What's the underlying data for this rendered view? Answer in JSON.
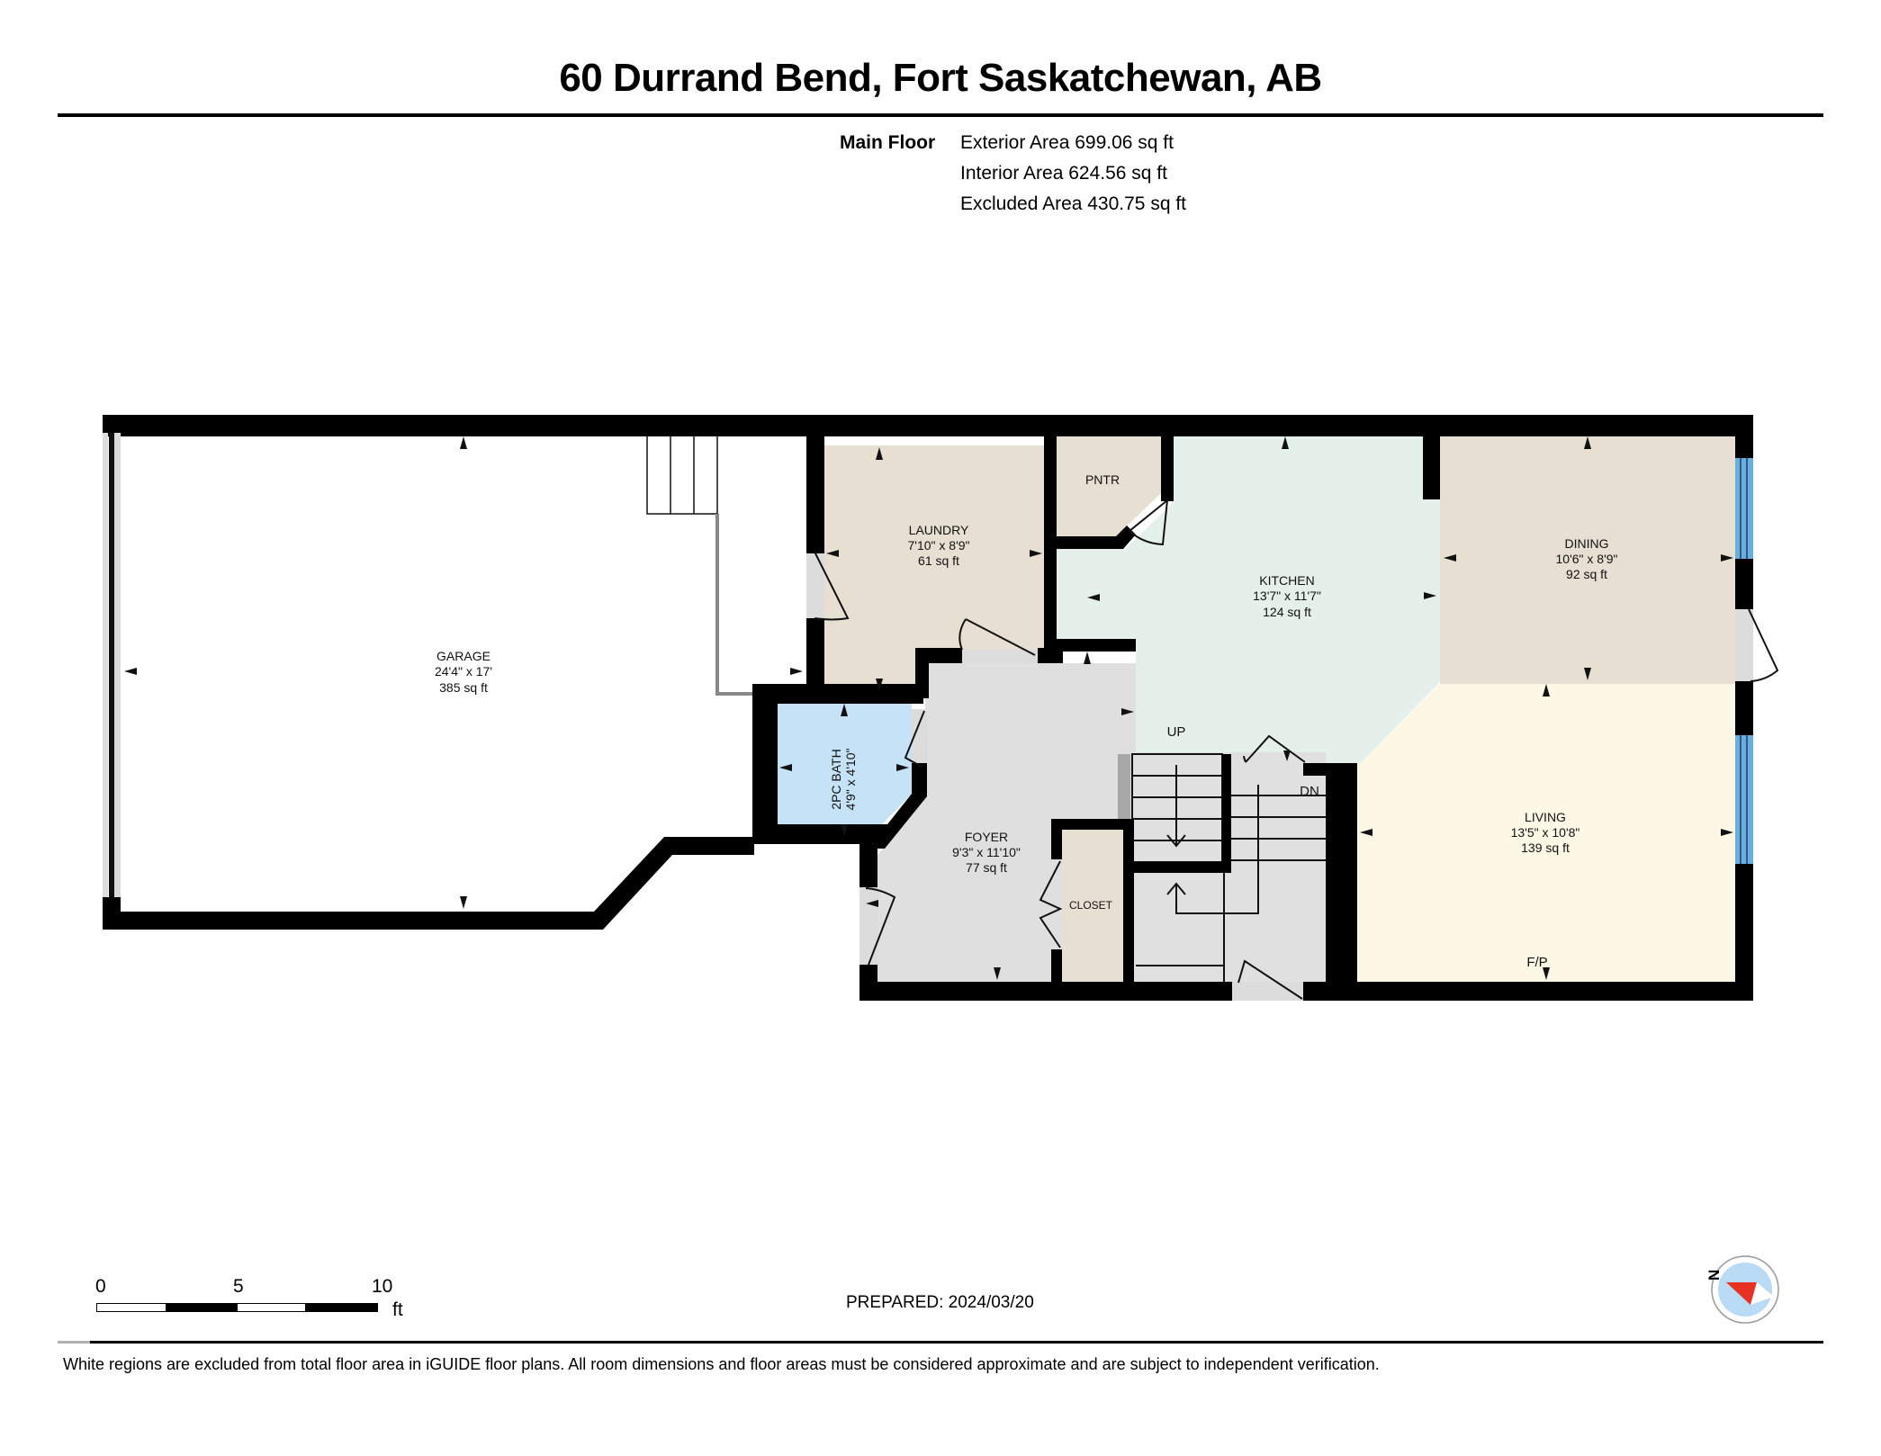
{
  "header": {
    "title": "60 Durrand Bend, Fort Saskatchewan, AB"
  },
  "floor_summary": {
    "floor_name": "Main Floor",
    "exterior_area": "Exterior Area 699.06 sq ft",
    "interior_area": "Interior Area 624.56 sq ft",
    "excluded_area": "Excluded Area 430.75 sq ft"
  },
  "rooms": {
    "garage": {
      "name": "GARAGE",
      "dims": "24'4\" x 17'",
      "area": "385 sq ft",
      "color": "#ffffff"
    },
    "laundry": {
      "name": "LAUNDRY",
      "dims": "7'10\" x 8'9\"",
      "area": "61 sq ft",
      "color": "#e6dfd2"
    },
    "pantry": {
      "name": "PNTR",
      "color": "#e6dfd2"
    },
    "kitchen": {
      "name": "KITCHEN",
      "dims": "13'7\" x 11'7\"",
      "area": "124 sq ft",
      "color": "#e6f0ea"
    },
    "dining": {
      "name": "DINING",
      "dims": "10'6\" x 8'9\"",
      "area": "92 sq ft",
      "color": "#e6dfd2"
    },
    "bath": {
      "name": "2PC BATH",
      "dims": "4'9\" x 4'10\"",
      "color": "#c5e2f7"
    },
    "foyer": {
      "name": "FOYER",
      "dims": "9'3\" x 11'10\"",
      "area": "77 sq ft",
      "color": "#dfdfdf"
    },
    "closet": {
      "name": "CLOSET",
      "color": "#e6dfd2"
    },
    "living": {
      "name": "LIVING",
      "dims": "13'5\" x 10'8\"",
      "area": "139 sq ft",
      "color": "#fdf8e6"
    }
  },
  "annotations": {
    "stairs_up": "UP",
    "stairs_down": "DN",
    "fireplace": "F/P"
  },
  "colors": {
    "wall": "#000000",
    "window": "#6aaede",
    "door_opening": "#dcdcdc",
    "stairs": "#e0e0e0"
  },
  "scale_bar": {
    "ticks": [
      "0",
      "5",
      "10"
    ],
    "unit": "ft"
  },
  "prepared": "PREPARED: 2024/03/20",
  "compass": {
    "north_label": "N",
    "needle_color": "#e53222",
    "dial_color": "#b9dbf5"
  },
  "footer": {
    "disclaimer": "White regions are excluded from total floor area in iGUIDE floor plans. All room dimensions and floor areas must be considered approximate and are subject to independent verification."
  }
}
